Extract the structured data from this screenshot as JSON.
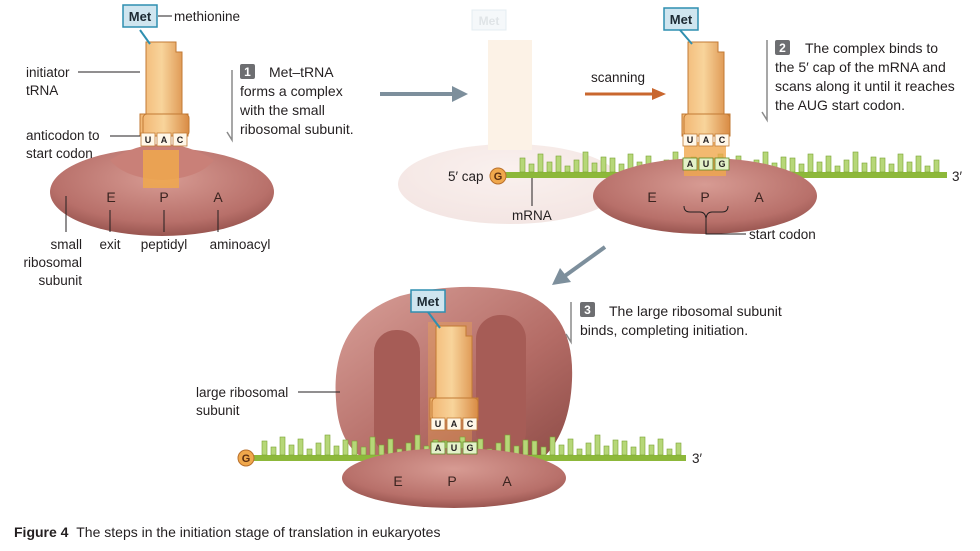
{
  "labels": {
    "methionine": "methionine",
    "met": "Met",
    "initiator_trna": [
      "initiator",
      "tRNA"
    ],
    "anticodon": [
      "anticodon to",
      "start codon"
    ],
    "small_subunit": [
      "small",
      "ribosomal",
      "subunit"
    ],
    "exit": "exit",
    "peptidyl": "peptidyl",
    "aminoacyl": "aminoacyl",
    "site_e": "E",
    "site_p": "P",
    "site_a": "A",
    "scanning": "scanning",
    "five_cap": "5′ cap",
    "cap_g": "G",
    "mrna": "mRNA",
    "three_end": "3′",
    "start_codon": "start codon",
    "large_subunit": [
      "large ribosomal",
      "subunit"
    ],
    "anticodon_bases": [
      "U",
      "A",
      "C"
    ],
    "codon_bases": [
      "A",
      "U",
      "G"
    ]
  },
  "steps": [
    {
      "number": "1",
      "lines": [
        "Met–tRNA",
        "forms a complex",
        "with the small",
        "ribosomal subunit."
      ]
    },
    {
      "number": "2",
      "lines": [
        "The complex binds to",
        "the 5′ cap of the mRNA and",
        "scans along it until it reaches",
        "the AUG start codon."
      ]
    },
    {
      "number": "3",
      "lines": [
        "The large ribosomal subunit",
        "binds, completing initiation."
      ]
    }
  ],
  "caption": {
    "figure": "Figure 4",
    "text": "The steps in the initiation stage of translation in eukaryotes"
  },
  "colors": {
    "ribosome": "#b8706a",
    "ribosome_dark": "#8f4d48",
    "trna": "#e9a45f",
    "trna_light": "#f6cf93",
    "mrna": "#8db83a",
    "mrna_dark": "#5f8a22",
    "arrow": "#7d8f9c",
    "scan_arrow": "#c9672f",
    "met_box": "#cfe5ef",
    "met_border": "#2f8fb0"
  }
}
